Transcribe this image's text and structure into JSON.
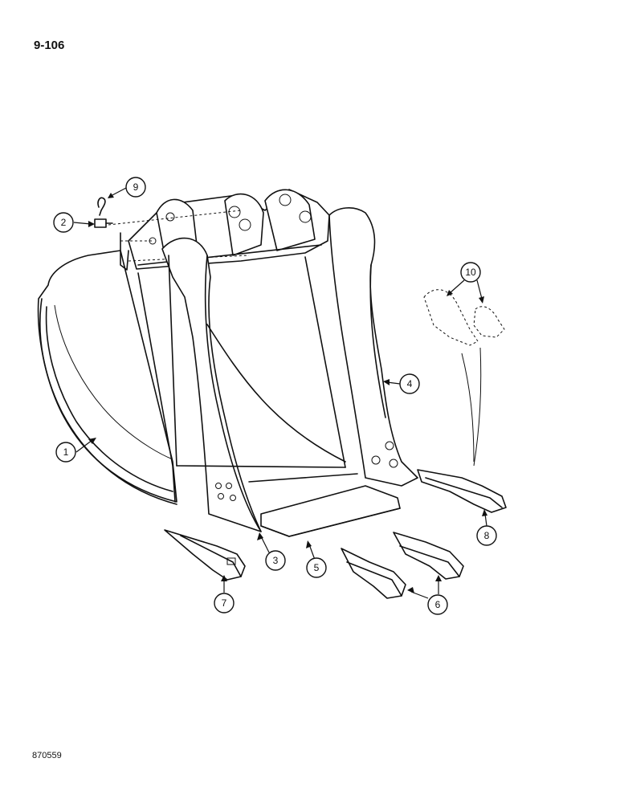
{
  "page": {
    "page_number": "9-106",
    "drawing_number": "870559"
  },
  "callouts": [
    {
      "id": "1",
      "label": "1"
    },
    {
      "id": "2",
      "label": "2"
    },
    {
      "id": "3",
      "label": "3"
    },
    {
      "id": "4",
      "label": "4"
    },
    {
      "id": "5",
      "label": "5"
    },
    {
      "id": "6",
      "label": "6"
    },
    {
      "id": "7",
      "label": "7"
    },
    {
      "id": "8",
      "label": "8"
    },
    {
      "id": "9",
      "label": "9"
    },
    {
      "id": "10",
      "label": "10"
    }
  ]
}
